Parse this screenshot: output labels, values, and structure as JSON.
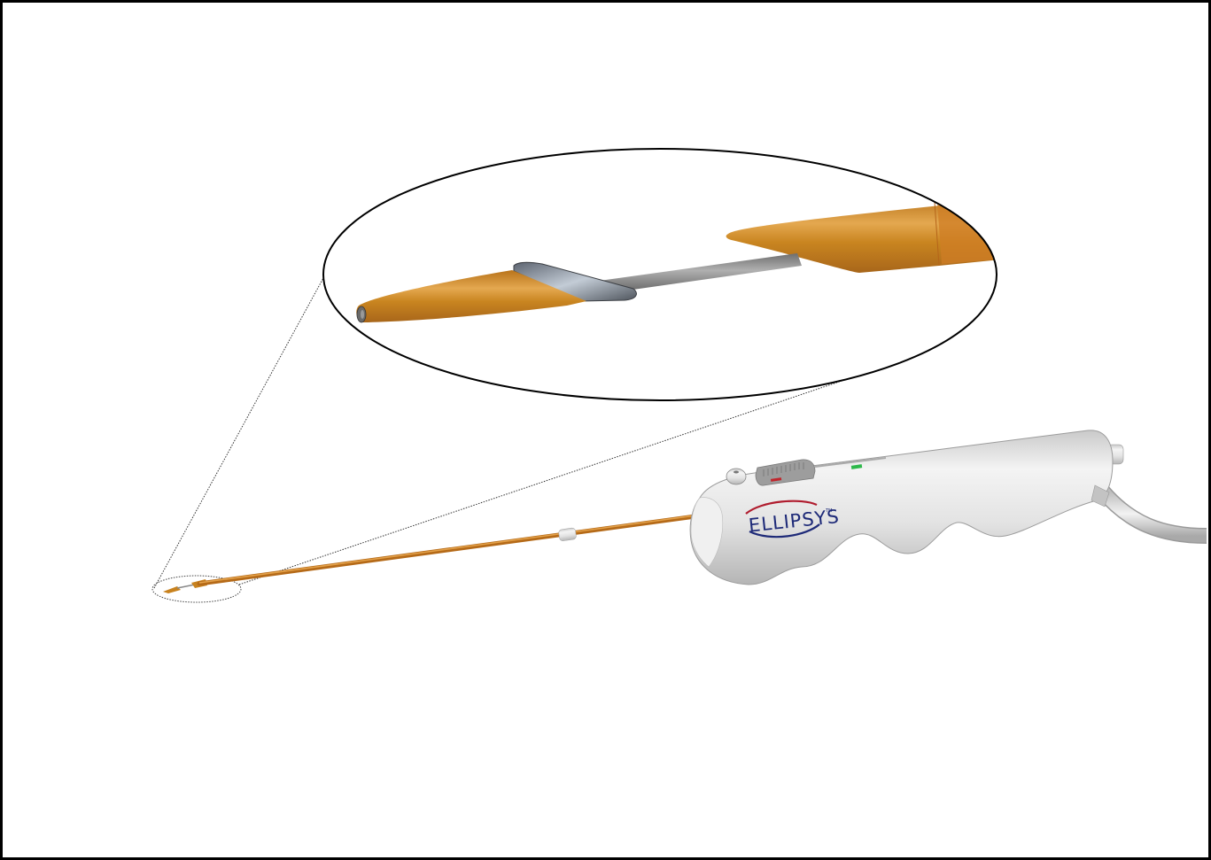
{
  "figure": {
    "description": "Liposuction handpiece with cannula and magnified tip inset",
    "brand_label": "ELLIPSYS",
    "trademark": "TM",
    "colors": {
      "border": "#000000",
      "cannula_orange": "#c8821e",
      "cannula_orange_light": "#e0a34a",
      "handle_gray": "#dcdcdc",
      "shaft_gray": "#8a8a8a",
      "logo_blue": "#1e2a78",
      "logo_red": "#b01c2e",
      "indicator_green": "#2db84a",
      "indicator_red": "#c0262d"
    }
  }
}
